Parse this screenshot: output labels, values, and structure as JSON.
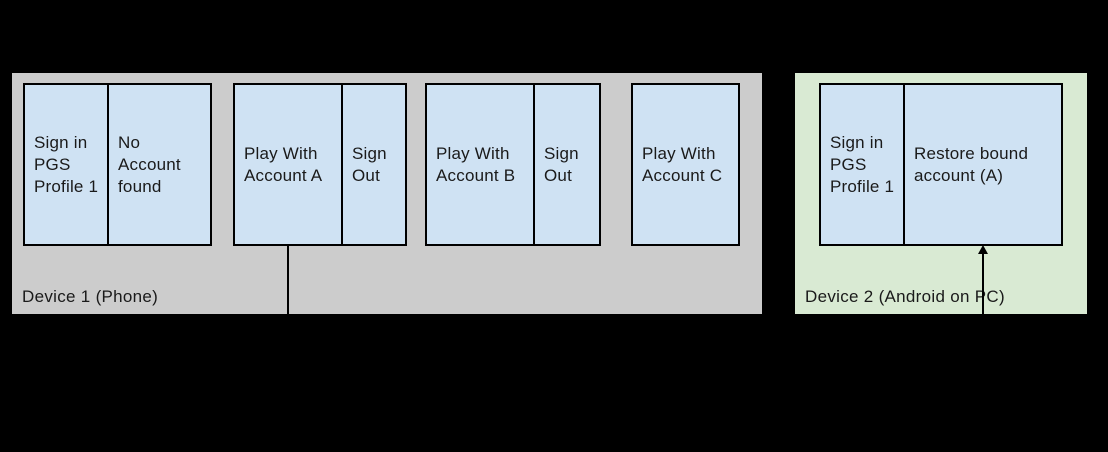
{
  "colors": {
    "background": "#000000",
    "device1_bg": "#cccccc",
    "device2_bg": "#d9ead3",
    "box_bg": "#cfe2f3",
    "border": "#000000",
    "text": "#1a1a1a"
  },
  "device1": {
    "label": "Device 1 (Phone)",
    "steps": [
      {
        "cells": [
          "Sign in\nPGS\nProfile 1",
          "No\nAccount\nfound"
        ]
      },
      {
        "cells": [
          "Play With\nAccount A",
          "Sign\nOut"
        ]
      },
      {
        "cells": [
          "Play With\nAccount B",
          "Sign\nOut"
        ]
      },
      {
        "cells": [
          "Play With\nAccount C"
        ]
      }
    ]
  },
  "device2": {
    "label": "Device 2 (Android on PC)",
    "steps": [
      {
        "cells": [
          "Sign in\nPGS\nProfile 1",
          "Restore bound\naccount (A)"
        ]
      }
    ]
  },
  "connectors": [
    {
      "from": "Play With Account A",
      "to": "Restore bound account (A)",
      "style": "line-down-then-arrow-up"
    }
  ]
}
